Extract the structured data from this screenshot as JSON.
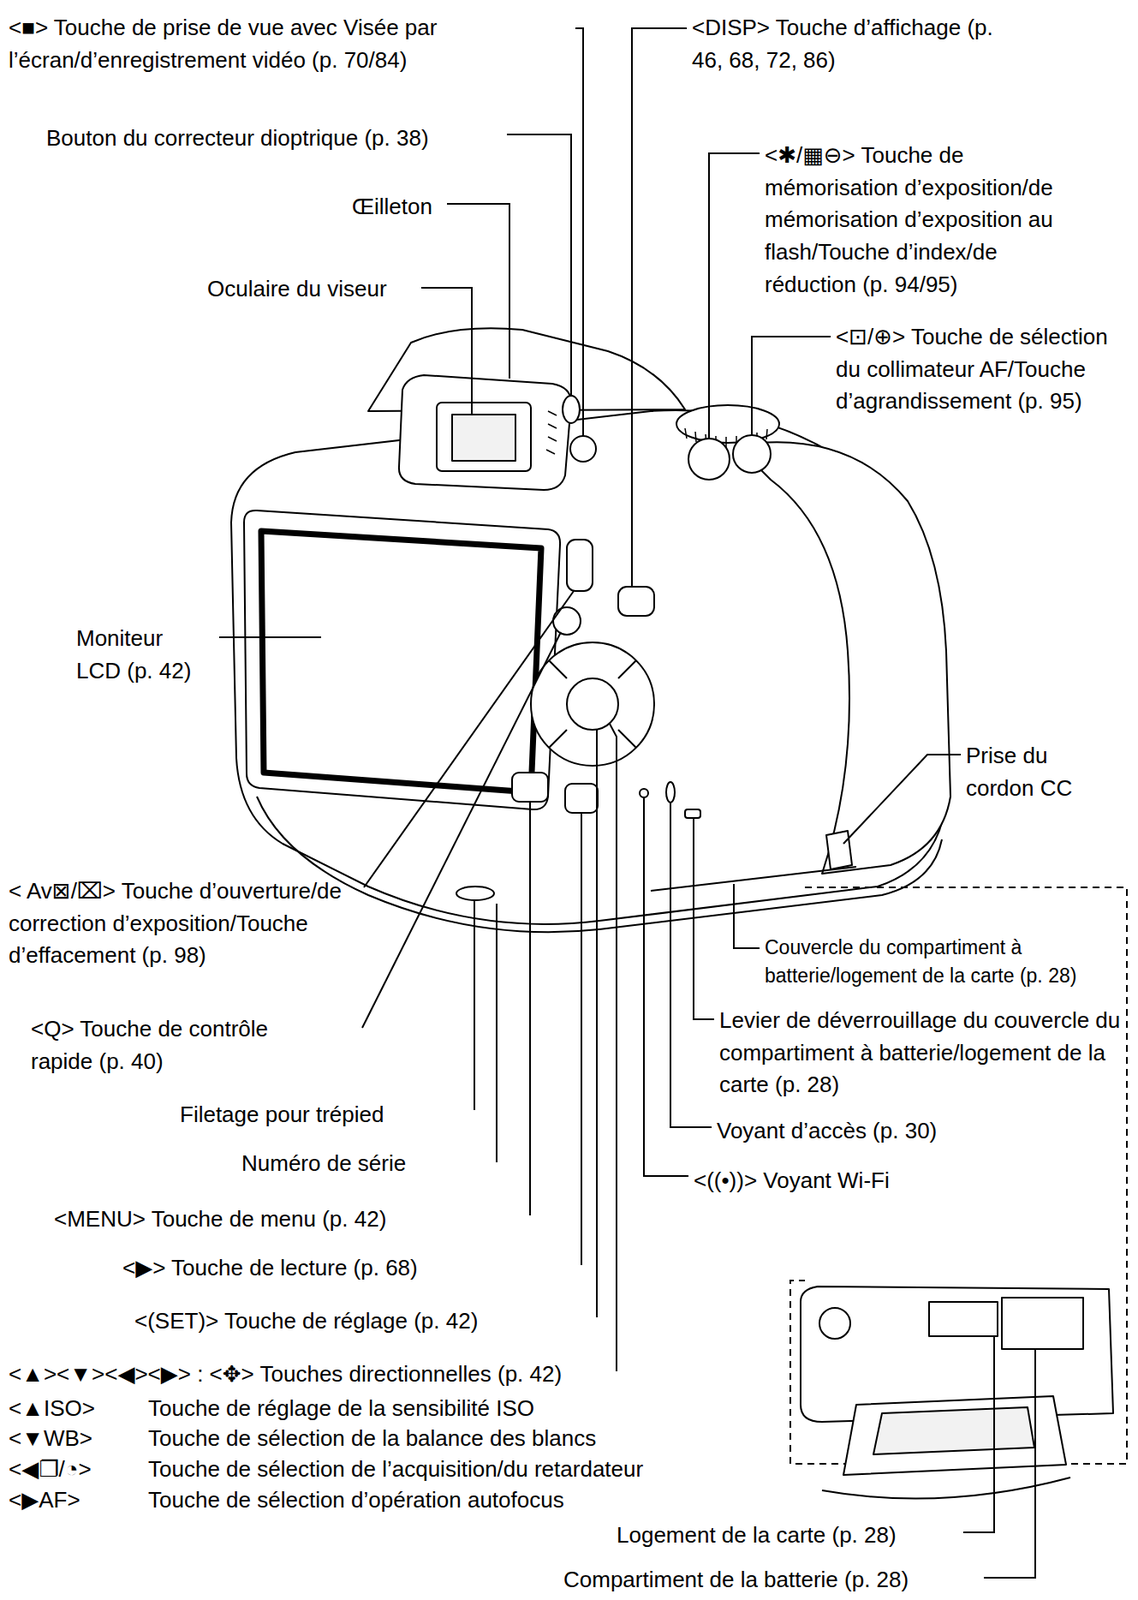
{
  "diagram": {
    "labels": [
      "<■> Touche de prise de vue avec Visée par l’écran/d’enregistrement vidéo (p. 70/84)",
      "<DISP> Touche d’affichage (p. 46, 68, 72, 86)",
      "Bouton du correcteur dioptrique (p. 38)",
      "<✱/▦⊖> Touche de mémorisation d’exposition/de mémorisation d’exposition au flash/Touche d’index/de réduction (p. 94/95)",
      "Œilleton",
      "Oculaire du viseur",
      "<⊡/⊕> Touche de sélection du collimateur AF/Touche d’agrandissement (p. 95)",
      "Moniteur LCD (p. 42)",
      "Prise du cordon CC",
      "< Av⊠/⌧> Touche d’ouverture/de correction d’exposition/Touche d’effacement (p. 98)",
      "Couvercle du compartiment à batterie/logement de la carte (p. 28)",
      "<Q> Touche de contrôle rapide (p. 40)",
      "Levier de déverrouillage du couvercle du compartiment à batterie/logement de la carte (p. 28)",
      "Filetage pour trépied",
      "Voyant d’accès (p. 30)",
      "Numéro de série",
      "<((•))> Voyant Wi-Fi",
      "<MENU> Touche de menu (p. 42)",
      "<▶> Touche de lecture (p. 68)",
      "<(SET)> Touche de réglage (p. 42)",
      "<▲><▼><◀><▶> : <✥> Touches directionnelles (p. 42)",
      "<▲ISO>",
      "Touche de réglage de la sensibilité ISO",
      "<▼WB>",
      "Touche de sélection de la balance des blancs",
      "<◀❐/◔>",
      "Touche de sélection de l’acquisition/du retardateur",
      "<▶AF>",
      "Touche de sélection d’opération autofocus",
      "Logement de la carte (p. 28)",
      "Compartiment de la batterie (p. 28)"
    ]
  }
}
